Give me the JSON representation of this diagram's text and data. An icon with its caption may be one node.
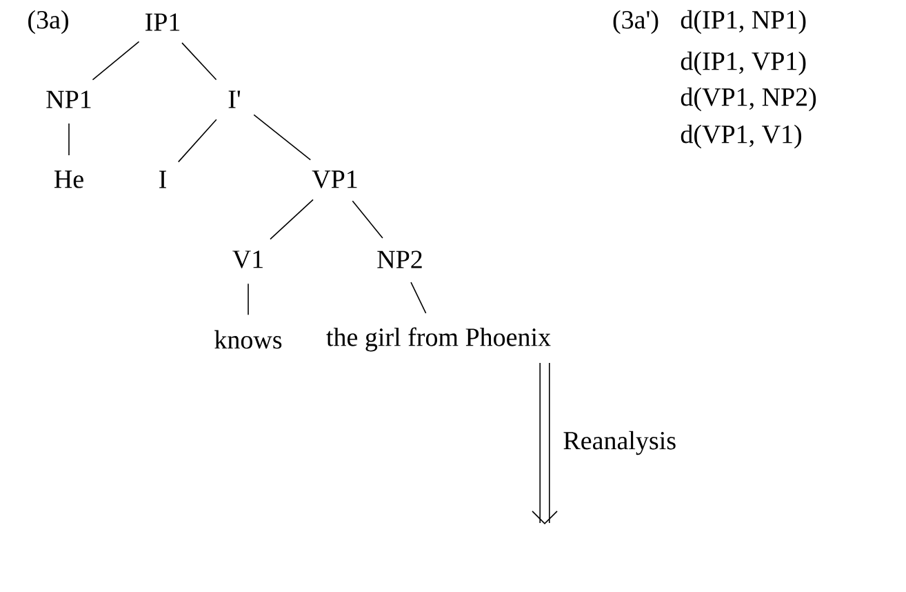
{
  "diagram": {
    "nodes": [
      {
        "text": [
          "IP1"
        ]
      },
      {
        "text": [
          "NP1"
        ]
      },
      {
        "text": [
          "I'"
        ]
      },
      {
        "text": [
          "He"
        ]
      },
      {
        "text": [
          "I"
        ]
      },
      {
        "text": [
          "VP1"
        ]
      },
      {
        "text": [
          "V1"
        ]
      },
      {
        "text": [
          "NP2"
        ]
      },
      {
        "text": [
          "knows"
        ]
      },
      {
        "text": [
          "the girl from Phoenix"
        ]
      }
    ],
    "edges": [
      {
        "from": 0,
        "to": 1,
        "arrow": "none"
      },
      {
        "from": 0,
        "to": 2,
        "arrow": "none"
      },
      {
        "from": 1,
        "to": 3,
        "arrow": "none"
      },
      {
        "from": 2,
        "to": 4,
        "arrow": "none"
      },
      {
        "from": 2,
        "to": 5,
        "arrow": "none"
      },
      {
        "from": 5,
        "to": 6,
        "arrow": "none"
      },
      {
        "from": 5,
        "to": 7,
        "arrow": "none"
      },
      {
        "from": 6,
        "to": 8,
        "arrow": "none"
      },
      {
        "from": 7,
        "to": 9,
        "arrow": "none"
      },
      {
        "from": 9,
        "to": null,
        "arrow": "to",
        "style": "thick",
        "label": "Reanalysis"
      }
    ],
    "labels": [
      "(3a)",
      "(3a')",
      "d(IP1, NP1)",
      "d(IP1, VP1)",
      "d(VP1, NP2)",
      "d(VP1, V1)"
    ]
  }
}
